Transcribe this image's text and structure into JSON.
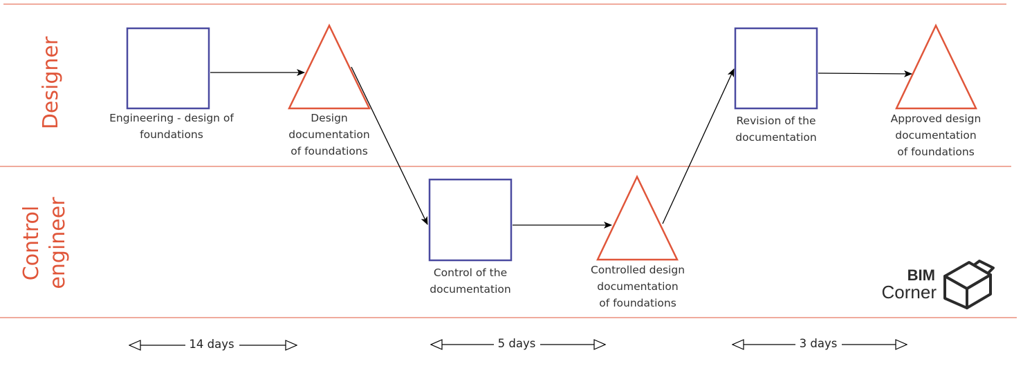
{
  "lanes": {
    "designer": "Designer",
    "control": "Control\nengineer"
  },
  "nodes": {
    "engineering": "Engineering - design of\nfoundations",
    "design_doc": "Design\ndocumentation\nof foundations",
    "control_doc": "Control of the\ndocumentation",
    "controlled_doc": "Controlled design\ndocumentation\nof foundations",
    "revision": "Revision of the\ndocumentation",
    "approved": "Approved design\ndocumentation\nof foundations"
  },
  "durations": {
    "d1": "14 days",
    "d2": "5 days",
    "d3": "3 days"
  },
  "logo": {
    "line1": "BIM",
    "line2": "Corner"
  },
  "colors": {
    "process": "#4a4aa0",
    "milestone": "#e0563a",
    "lane_line": "#e0563a",
    "arrow": "#000000"
  }
}
